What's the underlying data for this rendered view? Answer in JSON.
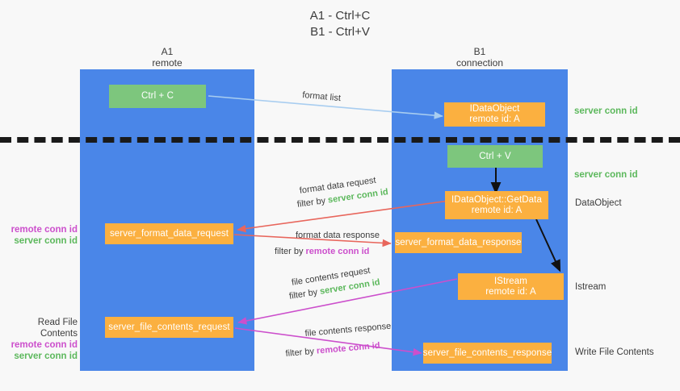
{
  "title": {
    "line1": "A1 - Ctrl+C",
    "line2": "B1 - Ctrl+V"
  },
  "columns": [
    {
      "id": "a1",
      "name": "A1",
      "sub": "remote"
    },
    {
      "id": "b1",
      "name": "B1",
      "sub": "connection"
    }
  ],
  "boxes": {
    "ctrl_c": {
      "line1": "Ctrl + C",
      "line2": ""
    },
    "ctrl_v": {
      "line1": "Ctrl + V",
      "line2": ""
    },
    "idataobject": {
      "line1": "IDataObject",
      "line2": "remote id: A"
    },
    "getdata": {
      "line1": "IDataObject::GetData",
      "line2": "remote id: A"
    },
    "istream": {
      "line1": "IStream",
      "line2": "remote id: A"
    },
    "server_format_data_request": {
      "line1": "server_format_data_request",
      "line2": ""
    },
    "server_format_data_response": {
      "line1": "server_format_data_response",
      "line2": ""
    },
    "server_file_contents_request": {
      "line1": "server_file_contents_request",
      "line2": ""
    },
    "server_file_contents_response": {
      "line1": "server_file_contents_response",
      "line2": ""
    }
  },
  "edge_labels": {
    "format_list": "format list",
    "format_data_request": "format data request",
    "format_data_request_filter_prefix": "filter by ",
    "format_data_request_filter_value": "server conn id",
    "format_data_response": "format data response",
    "format_data_response_filter_prefix": "filter by ",
    "format_data_response_filter_value": "remote conn id",
    "file_contents_request": "file contents request",
    "file_contents_request_filter_prefix": "filter by ",
    "file_contents_request_filter_value": "server conn id",
    "file_contents_response": "file contents response",
    "file_contents_response_filter_prefix": "filter by ",
    "file_contents_response_filter_value": "remote conn id"
  },
  "left_labels": {
    "format_remote": "remote conn id",
    "format_server": "server conn id",
    "read_file_contents": "Read File Contents",
    "file_remote": "remote conn id",
    "file_server": "server conn id"
  },
  "right_labels": {
    "server_conn_id_top": "server conn id",
    "server_conn_id_mid": "server conn id",
    "dataobject": "DataObject",
    "istream": "Istream",
    "write_file_contents": "Write File Contents"
  },
  "colors": {
    "lane": "#4a86e8",
    "green_box": "#7dc67d",
    "orange_box": "#fbb040",
    "arrow_blue": "#a8cdf0",
    "arrow_red": "#e8665c",
    "arrow_magenta": "#cc4fcc",
    "arrow_black": "#111111",
    "server_conn": "#5cb85c",
    "remote_conn": "#cc4fcc",
    "background": "#f8f8f8"
  }
}
